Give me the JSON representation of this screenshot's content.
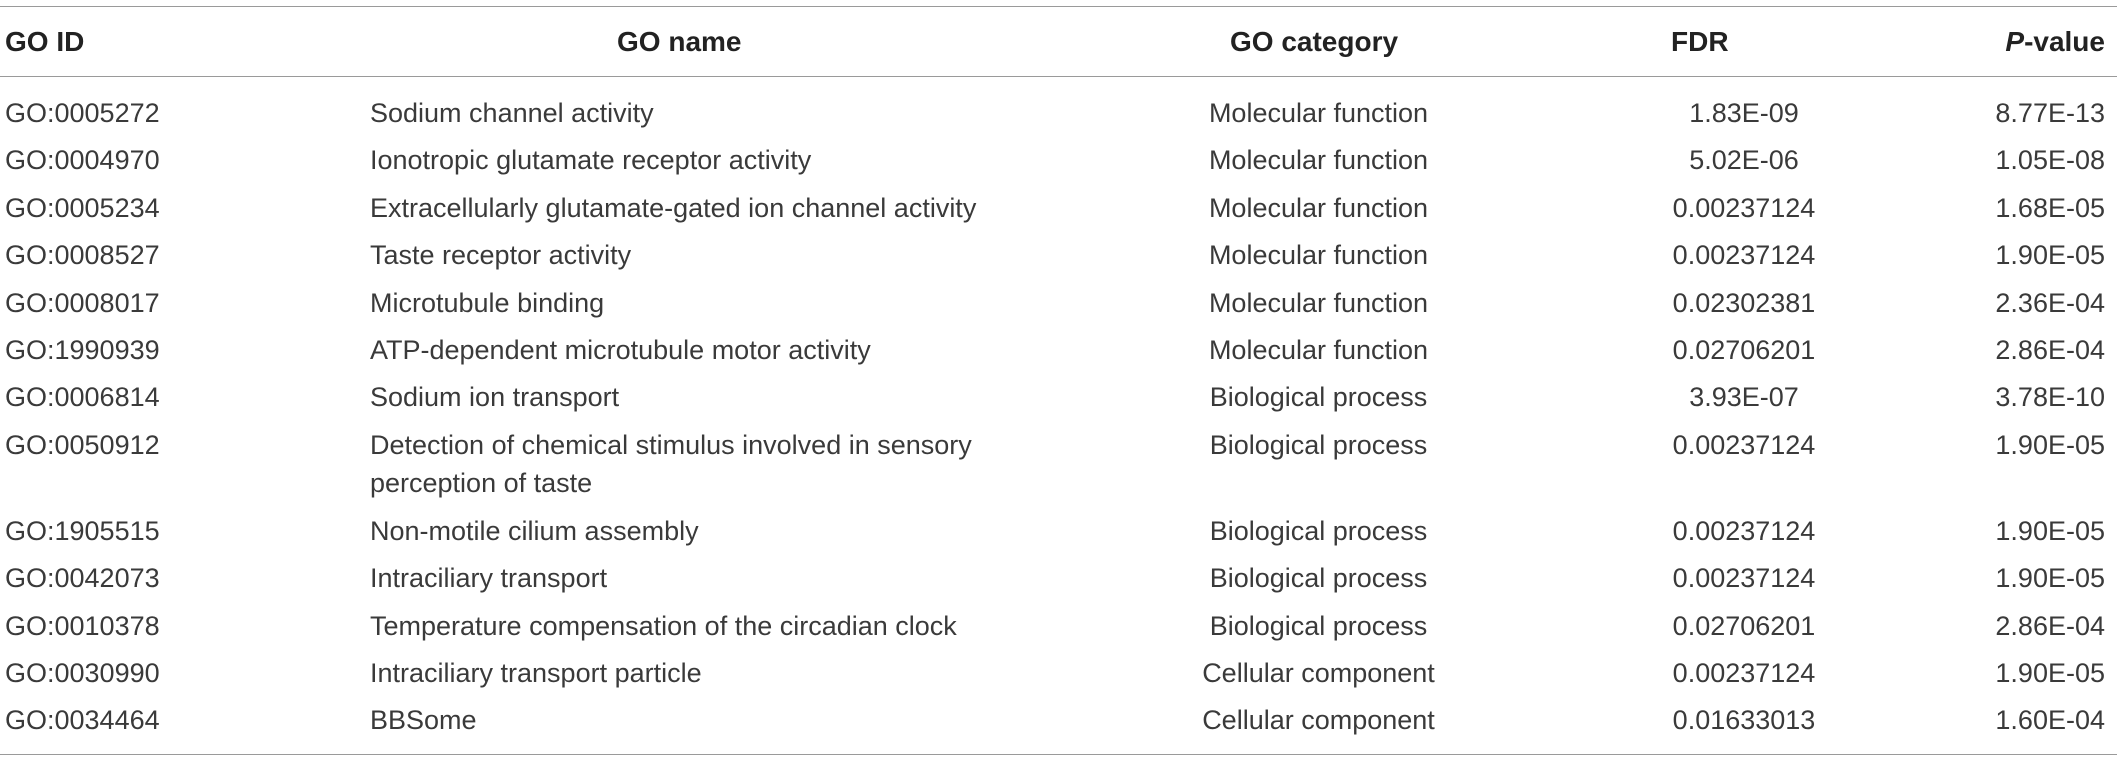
{
  "table": {
    "headers": {
      "go_id": "GO ID",
      "go_name": "GO name",
      "go_category": "GO category",
      "fdr": "FDR",
      "p_value_italic": "P",
      "p_value_suffix": "-value"
    },
    "rows": [
      {
        "go_id": "GO:0005272",
        "go_name": "Sodium channel activity",
        "go_category": "Molecular function",
        "fdr": "1.83E-09",
        "p_value": "8.77E-13"
      },
      {
        "go_id": "GO:0004970",
        "go_name": "Ionotropic glutamate receptor activity",
        "go_category": "Molecular function",
        "fdr": "5.02E-06",
        "p_value": "1.05E-08"
      },
      {
        "go_id": "GO:0005234",
        "go_name": "Extracellularly glutamate-gated ion channel activity",
        "go_category": "Molecular function",
        "fdr": "0.00237124",
        "p_value": "1.68E-05"
      },
      {
        "go_id": "GO:0008527",
        "go_name": "Taste receptor activity",
        "go_category": "Molecular function",
        "fdr": "0.00237124",
        "p_value": "1.90E-05"
      },
      {
        "go_id": "GO:0008017",
        "go_name": "Microtubule binding",
        "go_category": "Molecular function",
        "fdr": "0.02302381",
        "p_value": "2.36E-04"
      },
      {
        "go_id": "GO:1990939",
        "go_name": "ATP-dependent microtubule motor activity",
        "go_category": "Molecular function",
        "fdr": "0.02706201",
        "p_value": "2.86E-04"
      },
      {
        "go_id": "GO:0006814",
        "go_name": "Sodium ion transport",
        "go_category": "Biological process",
        "fdr": "3.93E-07",
        "p_value": "3.78E-10"
      },
      {
        "go_id": "GO:0050912",
        "go_name": "Detection of chemical stimulus involved in sensory perception of taste",
        "go_category": "Biological process",
        "fdr": "0.00237124",
        "p_value": "1.90E-05"
      },
      {
        "go_id": "GO:1905515",
        "go_name": "Non-motile cilium assembly",
        "go_category": "Biological process",
        "fdr": "0.00237124",
        "p_value": "1.90E-05"
      },
      {
        "go_id": "GO:0042073",
        "go_name": "Intraciliary transport",
        "go_category": "Biological process",
        "fdr": "0.00237124",
        "p_value": "1.90E-05"
      },
      {
        "go_id": "GO:0010378",
        "go_name": "Temperature compensation of the circadian clock",
        "go_category": "Biological process",
        "fdr": "0.02706201",
        "p_value": "2.86E-04"
      },
      {
        "go_id": "GO:0030990",
        "go_name": "Intraciliary transport particle",
        "go_category": "Cellular component",
        "fdr": "0.00237124",
        "p_value": "1.90E-05"
      },
      {
        "go_id": "GO:0034464",
        "go_name": "BBSome",
        "go_category": "Cellular component",
        "fdr": "0.01633013",
        "p_value": "1.60E-04"
      }
    ]
  }
}
